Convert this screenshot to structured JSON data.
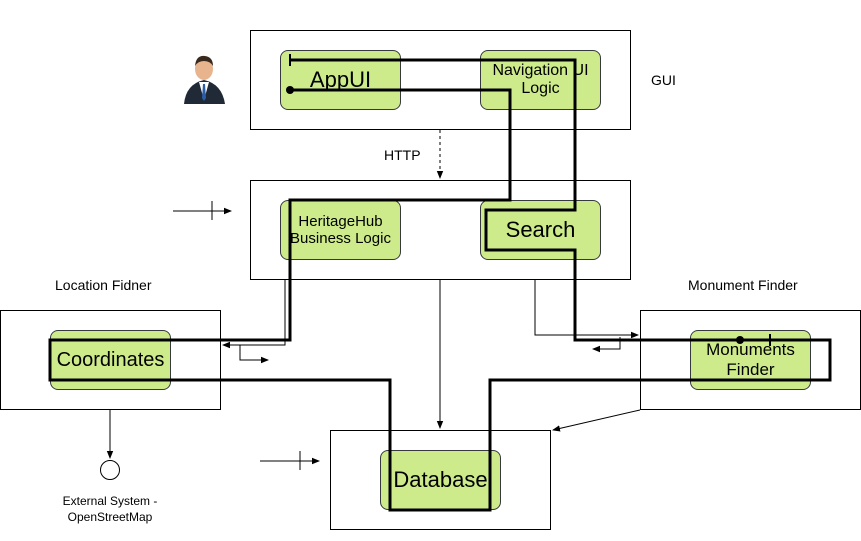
{
  "labels": {
    "gui": "GUI",
    "http": "HTTP",
    "location_finder": "Location Fidner",
    "monument_finder": "Monument Finder",
    "external_system_line1": "External System -",
    "external_system_line2": "OpenStreetMap"
  },
  "components": {
    "appui": "AppUI",
    "navigation_ui_logic": "Navigation UI Logic",
    "business_logic": "HeritageHub Business Logic",
    "search": "Search",
    "coordinates": "Coordinates",
    "monuments_finder": "Monuments Finder",
    "database": "Database"
  },
  "colors": {
    "component_fill": "#cdeb8b",
    "component_border": "#36393d",
    "line": "#000000"
  },
  "icons": {
    "user": "user-icon",
    "external_interface": "circle-interface-icon"
  }
}
